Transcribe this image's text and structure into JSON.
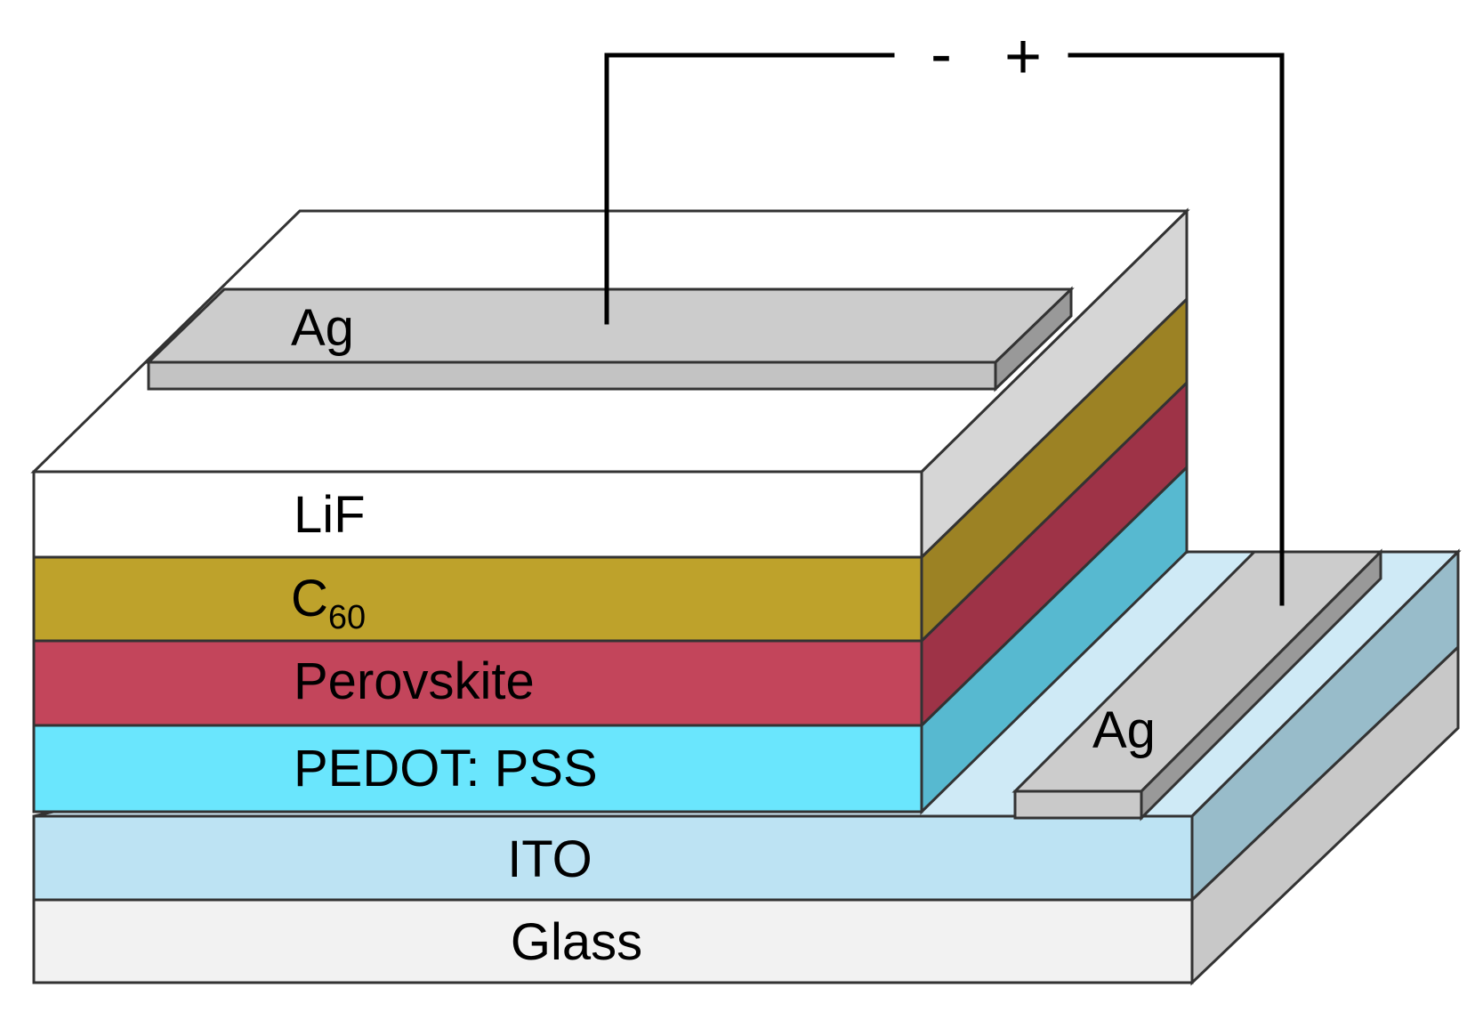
{
  "colors": {
    "glass": "#f2f2f2",
    "ito": "#bde3f3",
    "pedot": "#6ae6fd",
    "perovskite": "#c3455b",
    "c60": "#bea22b",
    "lif": "#ffffff",
    "ag": "#c9c9c9"
  },
  "terminals": {
    "negative": "-",
    "positive": "+"
  },
  "layers": {
    "glass": "Glass",
    "ito": "ITO",
    "pedot": "PEDOT: PSS",
    "perovskite": "Perovskite",
    "c60": {
      "base": "C",
      "subscript": "60"
    },
    "lif": "LiF"
  },
  "electrodes": {
    "top": "Ag",
    "bottom": "Ag"
  }
}
